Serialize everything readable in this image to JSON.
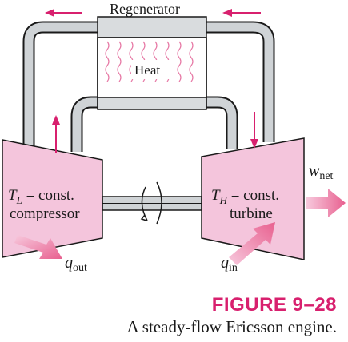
{
  "diagram": {
    "regenerator_label": "Regenerator",
    "heat_label": "Heat",
    "compressor": {
      "symbol": "T",
      "subscript": "L",
      "equals_text": " = const.",
      "name": "compressor"
    },
    "turbine": {
      "symbol": "T",
      "subscript": "H",
      "equals_text": " = const.",
      "name": "turbine"
    },
    "work_out": {
      "symbol": "w",
      "subscript": "net"
    },
    "heat_out": {
      "symbol": "q",
      "subscript": "out"
    },
    "heat_in": {
      "symbol": "q",
      "subscript": "in"
    }
  },
  "caption": {
    "figure_label": "FIGURE 9–28",
    "text": "A steady-flow Ericsson engine."
  },
  "colors": {
    "accent": "#d8206e",
    "device_fill": "#f4c5dc",
    "pipe_fill": "#cfd3d6",
    "line": "#1a1a1a"
  }
}
